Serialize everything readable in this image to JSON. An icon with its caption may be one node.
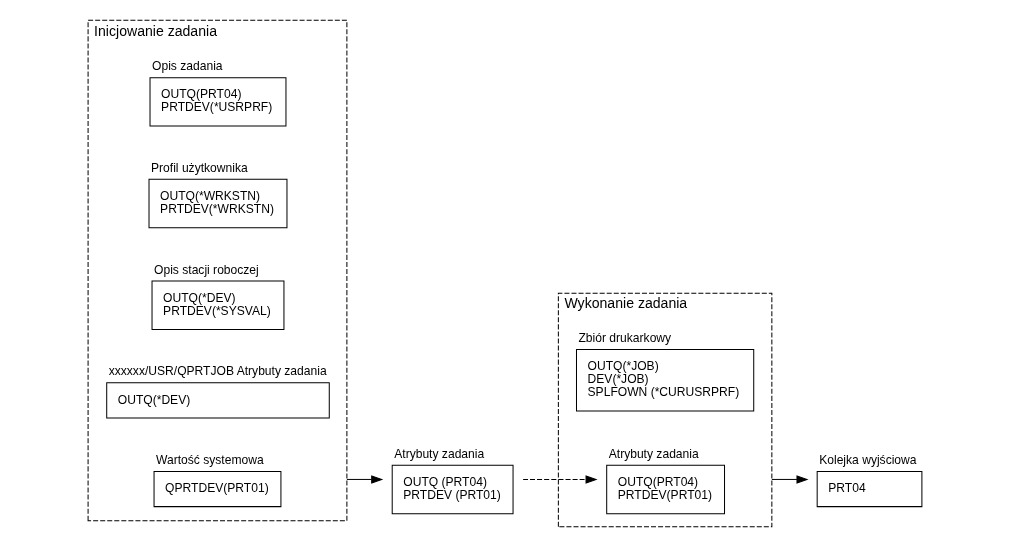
{
  "diagram": {
    "nodes": [
      {
        "text": [
          "Inicjowanie zadania"
        ]
      },
      {
        "text": [
          "Opis zadania",
          "OUTQ(PRT04)",
          "PRTDEV(*USRPRF)"
        ],
        "in": 0
      },
      {
        "text": [
          "Profil użytkownika",
          "OUTQ(*WRKSTN)",
          "PRTDEV(*WRKSTN)"
        ],
        "in": 0
      },
      {
        "text": [
          "Opis stacji roboczej",
          "OUTQ(*DEV)",
          "PRTDEV(*SYSVAL)"
        ],
        "in": 0
      },
      {
        "text": [
          "xxxxxx/USR/QPRTJOB Atrybuty zadania",
          "OUTQ(*DEV)"
        ],
        "in": 0
      },
      {
        "text": [
          "Wartość systemowa",
          "QPRTDEV(PRT01)"
        ],
        "in": 0
      },
      {
        "text": [
          "Atrybuty zadania",
          "OUTQ (PRT04)",
          "PRTDEV (PRT01)"
        ]
      },
      {
        "text": [
          "Wykonanie zadania"
        ]
      },
      {
        "text": [
          "Zbiór drukarkowy",
          "OUTQ(*JOB)",
          "DEV(*JOB)",
          "SPLFOWN (*CURUSRPRF)"
        ],
        "in": 7
      },
      {
        "text": [
          "Atrybuty zadania",
          "OUTQ(PRT04)",
          "PRTDEV(PRT01)"
        ],
        "in": 7
      },
      {
        "text": [
          "Kolejka wyjściowa",
          "PRT04"
        ]
      }
    ],
    "edges": [
      {
        "from": 0,
        "to": 6,
        "arrow": "to"
      },
      {
        "from": 6,
        "to": 9,
        "arrow": "to",
        "style": "dashed"
      },
      {
        "from": 7,
        "to": 10,
        "arrow": "to"
      }
    ]
  }
}
